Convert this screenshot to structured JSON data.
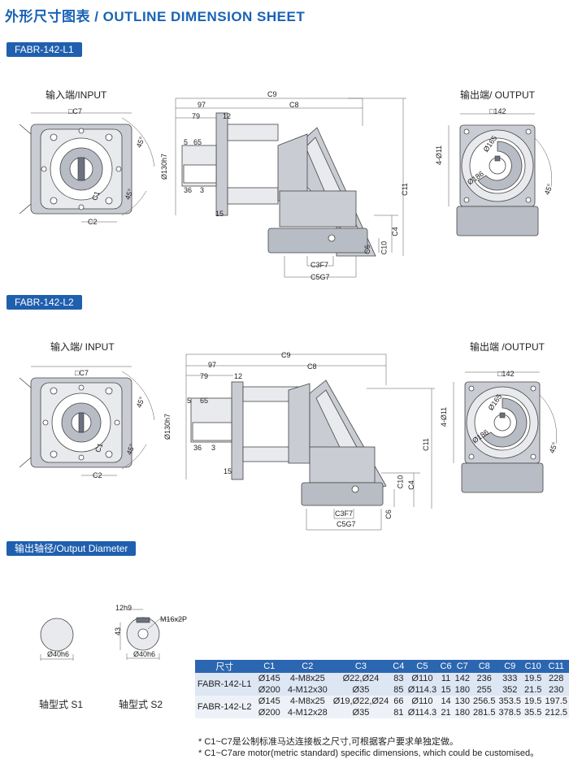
{
  "title": "外形尺寸图表 / OUTLINE DIMENSION SHEET",
  "sections": [
    {
      "tag": "FABR-142-L1",
      "input_label": "输入端/INPUT",
      "output_label": "输出端/ OUTPUT",
      "dims": {
        "c7": "□C7",
        "c2": "C2",
        "c1": "C1",
        "a45": "45°",
        "a45b": "45°",
        "c9": "C9",
        "c8": "C8",
        "d97": "97",
        "d79": "79",
        "d12": "12",
        "d5": "5",
        "d65": "65",
        "d130": "Ø130h7",
        "d36": "36",
        "d3": "3",
        "d15": "15",
        "c11": "C11",
        "c4": "C4",
        "c10": "C10",
        "c6": "C6",
        "c3": "C3F7",
        "c5": "C5G7",
        "d142": "□142",
        "d4011": "4-Ø11",
        "d165": "Ø165",
        "d186": "Ø186",
        "o45": "45°"
      }
    },
    {
      "tag": "FABR-142-L2",
      "input_label": "输入端/ INPUT",
      "output_label": "输出端 /OUTPUT",
      "dims": {
        "c7": "□C7",
        "c2": "C2",
        "c1": "C1",
        "a45": "45°",
        "a45b": "45°",
        "c9": "C9",
        "c8": "C8",
        "d97": "97",
        "d79": "79",
        "d12": "12",
        "d5": "5",
        "d65": "65",
        "d130": "Ø130h7",
        "d36": "36",
        "d3": "3",
        "d15": "15",
        "c11": "C11",
        "c4": "C4",
        "c10": "C10",
        "c6": "C6",
        "c3": "C3F7",
        "c5": "C5G7",
        "d142": "□142",
        "d4011": "4-Ø11",
        "d165": "Ø165",
        "d186": "Ø186",
        "o45": "45°"
      }
    }
  ],
  "output_diameter": {
    "tag": "输出轴径/Output Diameter",
    "s1_dim": "Ø40h6",
    "s2_dim": "Ø40h6",
    "s2_key": "12h9",
    "s2_height": "43",
    "s2_thread": "M16x2P",
    "s1_label": "轴型式  S1",
    "s2_label": "轴型式  S2"
  },
  "table": {
    "headers": [
      "尺寸",
      "C1",
      "C2",
      "C3",
      "C4",
      "C5",
      "C6",
      "C7",
      "C8",
      "C9",
      "C10",
      "C11"
    ],
    "groups": [
      {
        "model": "FABR-142-L1",
        "rows": [
          [
            "Ø145",
            "4-M8x25",
            "Ø22,Ø24",
            "83",
            "Ø110",
            "11",
            "142",
            "236",
            "333",
            "19.5",
            "228"
          ],
          [
            "Ø200",
            "4-M12x30",
            "Ø35",
            "85",
            "Ø114.3",
            "15",
            "180",
            "255",
            "352",
            "21.5",
            "230"
          ]
        ]
      },
      {
        "model": "FABR-142-L2",
        "rows": [
          [
            "Ø145",
            "4-M8x25",
            "Ø19,Ø22,Ø24",
            "66",
            "Ø110",
            "14",
            "130",
            "256.5",
            "353.5",
            "19.5",
            "197.5"
          ],
          [
            "Ø200",
            "4-M12x28",
            "Ø35",
            "81",
            "Ø114.3",
            "21",
            "180",
            "281.5",
            "378.5",
            "35.5",
            "212.5"
          ]
        ]
      }
    ]
  },
  "notes": [
    "* C1~C7是公制标准马达连接板之尺寸,可根据客户要求单独定做。",
    "* C1~C7are motor(metric standard)  specific dimensions, which could be customised。"
  ]
}
